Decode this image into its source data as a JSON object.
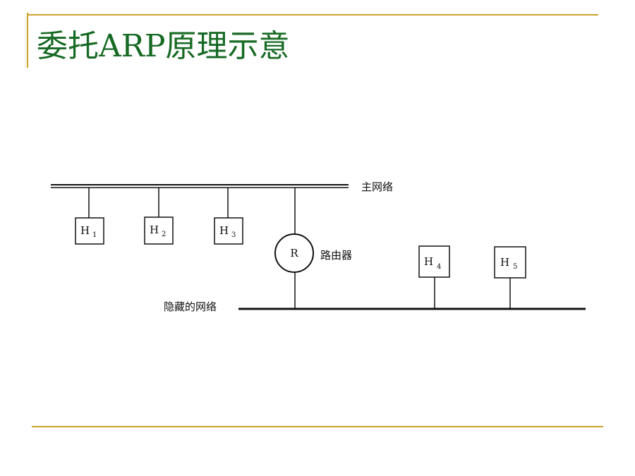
{
  "slide": {
    "title": "委托ARP原理示意",
    "accent_color": "#c9a227",
    "title_color": "#176a24"
  },
  "diagram": {
    "main_network_label": "主网络",
    "hidden_network_label": "隐藏的网络",
    "router": {
      "symbol": "R",
      "label": "路由器"
    },
    "hosts": [
      {
        "letter": "H",
        "index": "1"
      },
      {
        "letter": "H",
        "index": "2"
      },
      {
        "letter": "H",
        "index": "3"
      },
      {
        "letter": "H",
        "index": "4"
      },
      {
        "letter": "H",
        "index": "5"
      }
    ]
  }
}
